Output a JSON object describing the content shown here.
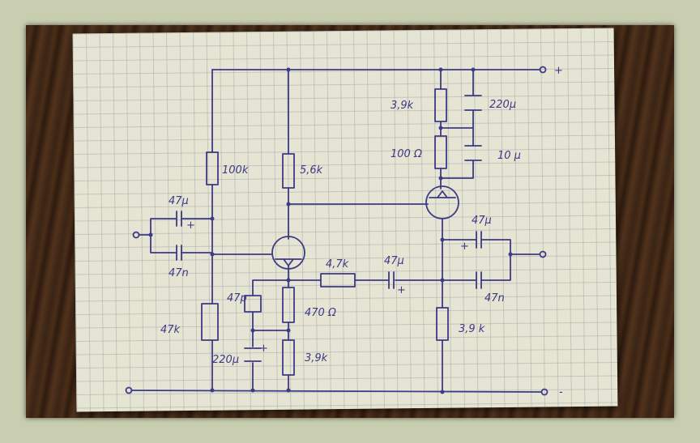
{
  "rails": {
    "positive": "+",
    "negative": "-"
  },
  "labels": {
    "r100k": "100k",
    "r56k": "5,6k",
    "r39k_top": "3,9k",
    "c220u": "220µ",
    "r100ohm": "100 Ω",
    "c10u": "10 µ",
    "c47u_in": "47µ",
    "c47n_in": "47n",
    "r47k": "47k",
    "c47p": "47p",
    "r47k_fb": "4,7k",
    "c47u_fb": "47µ",
    "r470": "470 Ω",
    "c220u_src": "220µ",
    "r39k_src": "3,9k",
    "c47u_out": "47µ",
    "c47n_out": "47n",
    "r39k_out": "3,9 k",
    "plus_mark": "+"
  }
}
